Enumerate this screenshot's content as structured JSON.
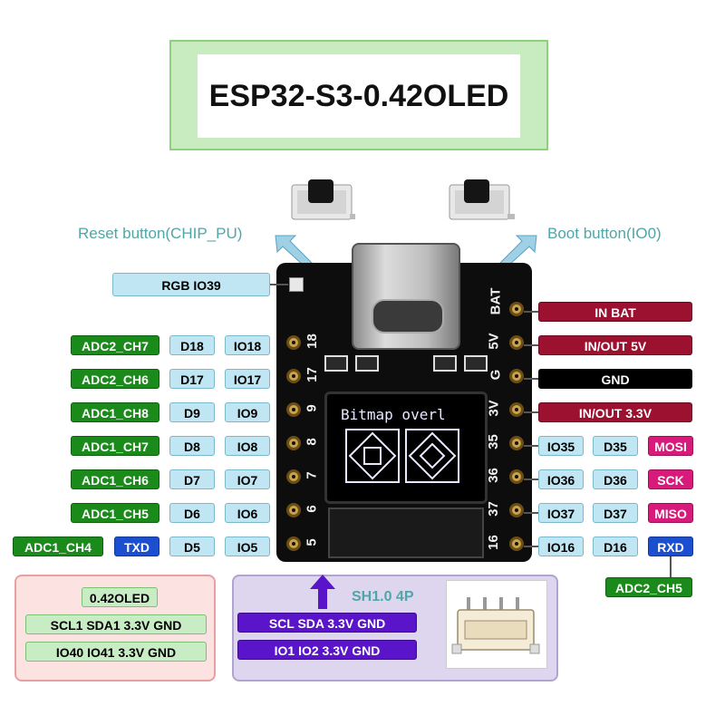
{
  "title": "ESP32-S3-0.42OLED",
  "buttons": {
    "reset_label": "Reset button(CHIP_PU)",
    "boot_label": "Boot button(IO0)"
  },
  "oled_text": "Bitmap overl",
  "rgb_label": "RGB IO39",
  "board_pins": {
    "left": [
      "18",
      "17",
      "9",
      "8",
      "7",
      "6",
      "5"
    ],
    "right": [
      "BAT",
      "5V",
      "G",
      "3V",
      "35",
      "36",
      "37",
      "16"
    ]
  },
  "left_rows": [
    {
      "adc": "ADC2_CH7",
      "d": "D18",
      "io": "IO18"
    },
    {
      "adc": "ADC2_CH6",
      "d": "D17",
      "io": "IO17"
    },
    {
      "adc": "ADC1_CH8",
      "d": "D9",
      "io": "IO9"
    },
    {
      "adc": "ADC1_CH7",
      "d": "D8",
      "io": "IO8"
    },
    {
      "adc": "ADC1_CH6",
      "d": "D7",
      "io": "IO7"
    },
    {
      "adc": "ADC1_CH5",
      "d": "D6",
      "io": "IO6"
    },
    {
      "adc": "ADC1_CH4",
      "extra": "TXD",
      "d": "D5",
      "io": "IO5"
    }
  ],
  "right_power": [
    "IN  BAT",
    "IN/OUT 5V",
    "GND",
    "IN/OUT 3.3V"
  ],
  "right_rows": [
    {
      "io": "IO35",
      "d": "D35",
      "fn": "MOSI"
    },
    {
      "io": "IO36",
      "d": "D36",
      "fn": "SCK"
    },
    {
      "io": "IO37",
      "d": "D37",
      "fn": "MISO"
    },
    {
      "io": "IO16",
      "d": "D16",
      "fn": "RXD"
    }
  ],
  "rxd_adc": "ADC2_CH5",
  "oled_box": {
    "title": "0.42OLED",
    "line1": "SCL1 SDA1 3.3V GND",
    "line2": "IO40 IO41 3.3V GND"
  },
  "connector_box": {
    "title": "SH1.0 4P",
    "line1": "SCL SDA 3.3V GND",
    "line2": "IO1 IO2 3.3V GND"
  },
  "colors": {
    "adc_green": "#1a8a1a",
    "light_blue": "#bfe6f2",
    "dark_blue": "#1c4fd0",
    "power_maroon": "#9c1030",
    "spi_pink": "#d81b7a",
    "purple": "#5a14c9",
    "title_border": "#8fd07f"
  }
}
